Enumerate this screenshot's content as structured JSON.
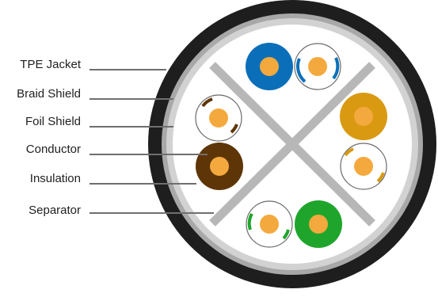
{
  "labels": {
    "tpe_jacket": "TPE Jacket",
    "braid_shield": "Braid Shield",
    "foil_shield": "Foil Shield",
    "conductor": "Conductor",
    "insulation": "Insulation",
    "separator": "Separator"
  },
  "colors": {
    "jacket": "#1e1e1e",
    "braid": "#a8a8a8",
    "foil": "#cfcfcf",
    "separator": "#b7b7b7",
    "leader_line": "#6f6f6f",
    "conductor_copper": "#f4a93e",
    "blue": "#0a6fb8",
    "orange": "#d99a12",
    "brown": "#5e3506",
    "green": "#1fa52b"
  },
  "pairs": [
    {
      "name": "blue",
      "solid": "blue",
      "striped": "blue-white"
    },
    {
      "name": "orange",
      "solid": "orange",
      "striped": "orange-white"
    },
    {
      "name": "brown",
      "solid": "brown",
      "striped": "brown-white"
    },
    {
      "name": "green",
      "solid": "green",
      "striped": "green-white"
    }
  ]
}
